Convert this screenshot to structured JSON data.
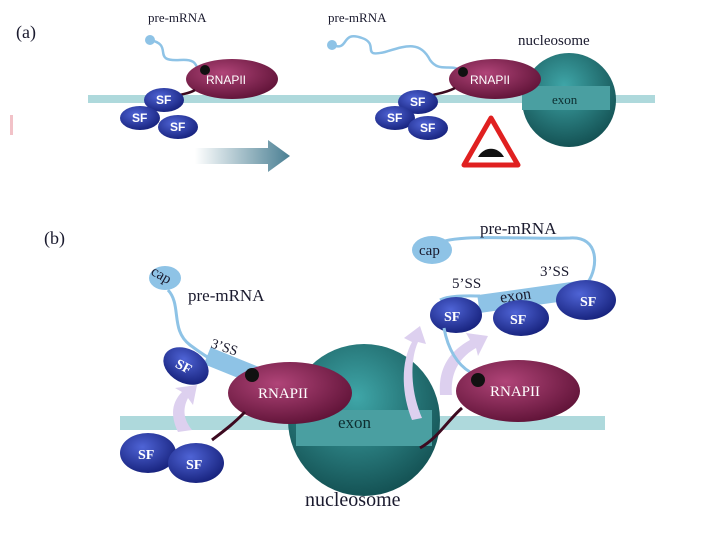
{
  "panel_a": {
    "label": "(a)",
    "left": {
      "pre_mrna": "pre-mRNA",
      "rnapii": "RNAPII",
      "sf1": "SF",
      "sf2": "SF",
      "sf3": "SF"
    },
    "right": {
      "pre_mrna": "pre-mRNA",
      "nucleosome": "nucleosome",
      "exon": "exon",
      "rnapii": "RNAPII",
      "sf1": "SF",
      "sf2": "SF",
      "sf3": "SF"
    },
    "icons": [
      "direction-arrow",
      "warning-triangle"
    ]
  },
  "panel_b": {
    "label": "(b)",
    "left": {
      "cap": "cap",
      "pre_mrna": "pre-mRNA",
      "ss3": "3’SS",
      "sf_bound": "SF",
      "sf_free1": "SF",
      "sf_free2": "SF",
      "rnapii": "RNAPII"
    },
    "center": {
      "exon": "exon",
      "nucleosome": "nucleosome"
    },
    "right": {
      "pre_mrna": "pre-mRNA",
      "cap": "cap",
      "ss5": "5’SS",
      "ss3": "3’SS",
      "exon": "exon",
      "sf1": "SF",
      "sf2": "SF",
      "sf3": "SF",
      "rnapii": "RNAPII"
    }
  },
  "colors": {
    "dna": "#aed9dc",
    "rna": "#8ec3e6",
    "rnapii": "#7a1e48",
    "sf": "#2b3aa8",
    "nucleosome": "#1f6f72",
    "arrow": "#d8c8ec"
  }
}
